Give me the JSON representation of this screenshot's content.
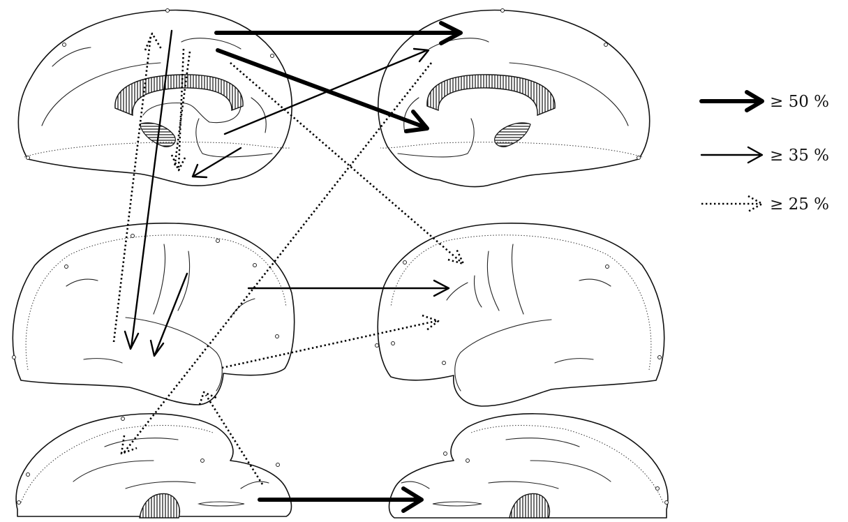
{
  "legend": {
    "strong_label": "≥ 50 %",
    "medium_label": "≥ 35 %",
    "weak_label": "≥ 25 %"
  },
  "colors": {
    "ink": "#000000",
    "background": "#ffffff"
  }
}
